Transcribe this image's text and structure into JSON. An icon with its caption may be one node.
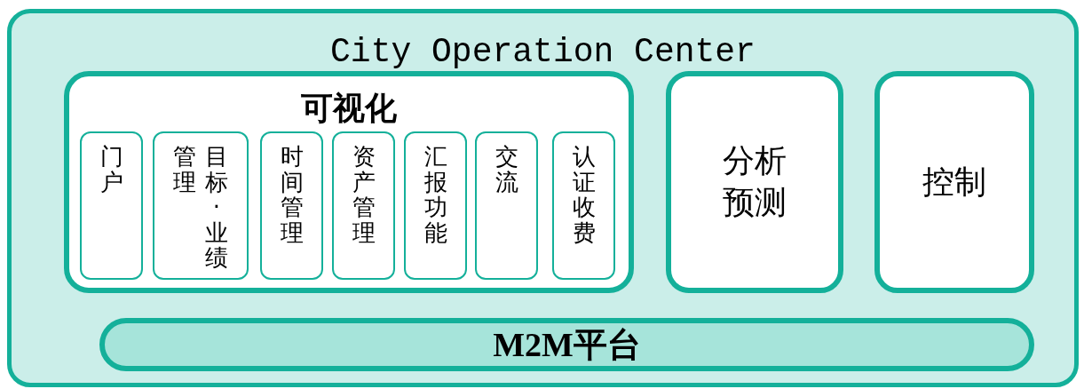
{
  "diagram": {
    "nodes": [
      {
        "text": [
          "City Operation Center"
        ]
      },
      {
        "text": [
          "可视化"
        ],
        "in": 0
      },
      {
        "text": [
          "门户"
        ],
        "in": 1
      },
      {
        "text": [
          "管理",
          "目标·业绩"
        ],
        "in": 1
      },
      {
        "text": [
          "时间管理"
        ],
        "in": 1
      },
      {
        "text": [
          "资产管理"
        ],
        "in": 1
      },
      {
        "text": [
          "汇报功能"
        ],
        "in": 1
      },
      {
        "text": [
          "交流"
        ],
        "in": 1
      },
      {
        "text": [
          "认证收费"
        ],
        "in": 1
      },
      {
        "text": [
          "分析预测"
        ],
        "in": 0
      },
      {
        "text": [
          "控制"
        ],
        "in": 0
      },
      {
        "text": [
          "M2M平台"
        ],
        "in": 0
      }
    ]
  }
}
